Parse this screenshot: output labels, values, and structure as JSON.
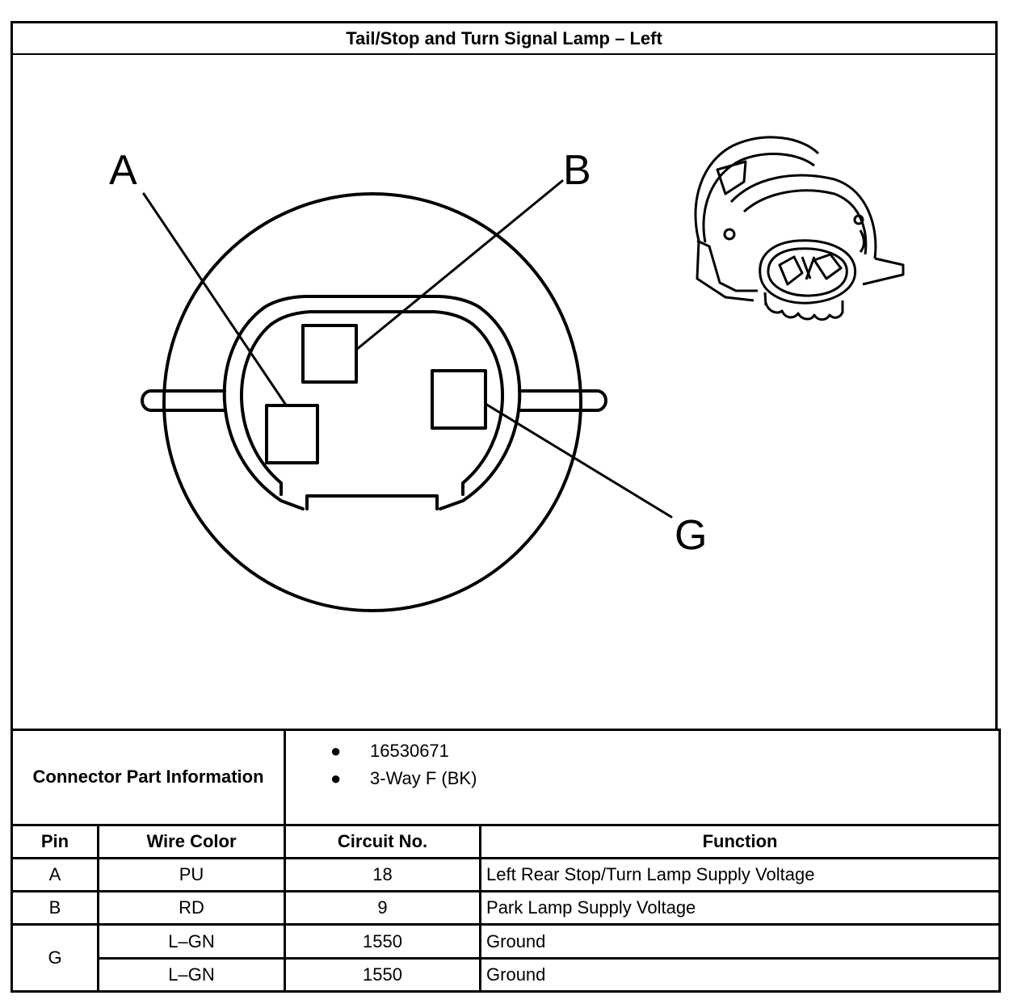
{
  "title": "Tail/Stop and Turn Signal Lamp – Left",
  "pin_callouts": [
    "A",
    "B",
    "G"
  ],
  "connector_part_information": {
    "label": "Connector Part Information",
    "items": [
      "16530671",
      "3-Way F (BK)"
    ]
  },
  "table": {
    "headers": [
      "Pin",
      "Wire Color",
      "Circuit No.",
      "Function"
    ],
    "rows": [
      {
        "pin": "A",
        "wire_color": "PU",
        "circuit": "18",
        "function": "Left Rear Stop/Turn Lamp Supply Voltage"
      },
      {
        "pin": "B",
        "wire_color": "RD",
        "circuit": "9",
        "function": "Park Lamp Supply Voltage"
      },
      {
        "pin": "G",
        "wire_color": "L–GN",
        "circuit": "1550",
        "function": "Ground"
      },
      {
        "pin": "",
        "wire_color": "L–GN",
        "circuit": "1550",
        "function": "Ground"
      }
    ]
  }
}
